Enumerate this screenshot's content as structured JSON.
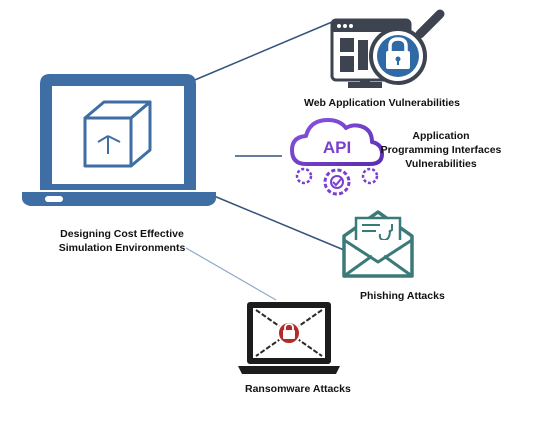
{
  "center": {
    "title_line1": "Designing Cost Effective",
    "title_line2": "Simulation Environments"
  },
  "nodes": {
    "web": {
      "label": "Web  Application Vulnerabilities",
      "icon": "web-security-lock-icon"
    },
    "api": {
      "label_line1": "Application",
      "label_line2": "Programming Interfaces",
      "label_line3": "Vulnerabilities",
      "icon_text": "API",
      "icon": "api-cloud-gears-icon"
    },
    "phishing": {
      "label": "Phishing Attacks",
      "icon": "phishing-envelope-icon"
    },
    "ransomware": {
      "label": "Ransomware Attacks",
      "icon": "ransomware-chained-laptop-icon"
    }
  },
  "colors": {
    "laptop_blue": "#3e6ea3",
    "connector": "#34547a",
    "connector_light": "#8fa9cc",
    "icon_dark": "#3d4450",
    "lock_accent": "#2f6aa6",
    "api_purple": "#7b3fd0",
    "envelope_teal": "#3a7a78",
    "ransom_red": "#b32a2a"
  }
}
